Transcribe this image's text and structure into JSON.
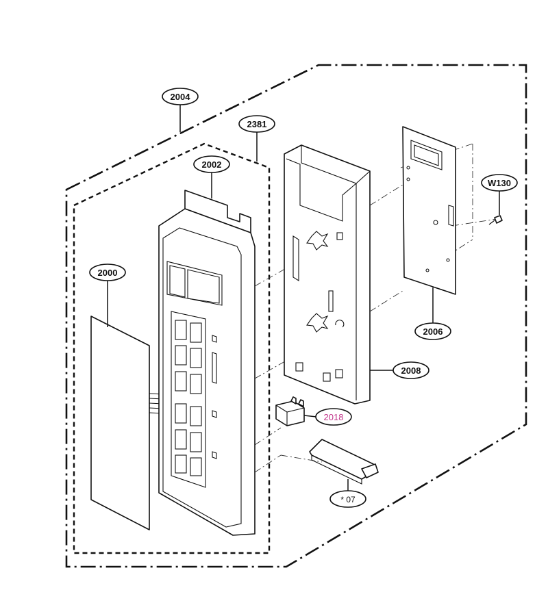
{
  "callouts": {
    "c2004": "2004",
    "c2381": "2381",
    "c2002": "2002",
    "c2000": "2000",
    "cW130": "W130",
    "c2006": "2006",
    "c2008": "2008",
    "c2018": "2018",
    "c07": "* 07"
  },
  "colors": {
    "line": "#111111",
    "highlight_callout": "#c2338a",
    "background": "#ffffff"
  }
}
